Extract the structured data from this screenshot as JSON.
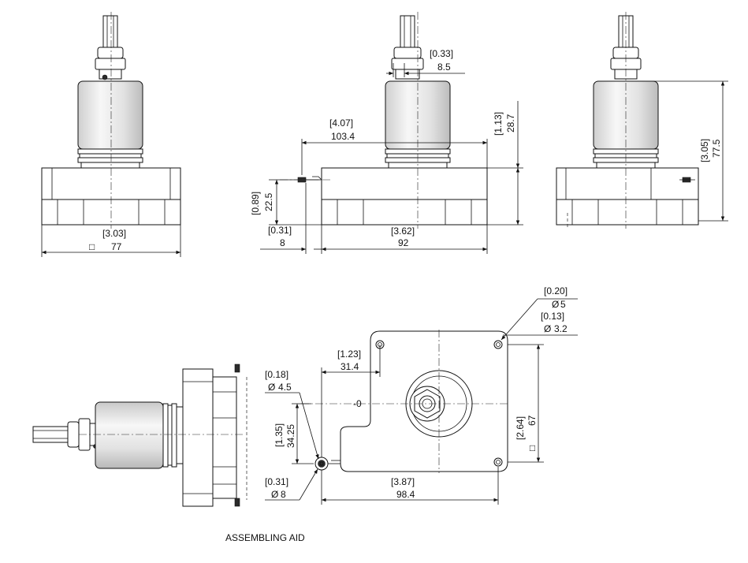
{
  "caption": "ASSEMBLING AID",
  "dimensions": {
    "front_width": {
      "inch": "[3.03]",
      "mm": "77",
      "symbol": "□"
    },
    "side_total_width": {
      "inch": "[4.07]",
      "mm": "103.4"
    },
    "side_body_height": {
      "inch": "[1.13]",
      "mm": "28.7"
    },
    "side_gland": {
      "inch": "[0.33]",
      "mm": "8.5"
    },
    "side_flange_height": {
      "inch": "[0.89]",
      "mm": "22.5"
    },
    "side_pin_offset": {
      "inch": "[0.31]",
      "mm": "8"
    },
    "side_base_width": {
      "inch": "[3.62]",
      "mm": "92"
    },
    "right_total_height": {
      "inch": "[3.05]",
      "mm": "77.5"
    },
    "top_hole_large": {
      "inch": "[0.20]",
      "mm": "5",
      "symbol": "Ø"
    },
    "top_hole_small": {
      "inch": "[0.13]",
      "mm": "3.2",
      "symbol": "Ø"
    },
    "top_offset": {
      "inch": "[1.23]",
      "mm": "31.4"
    },
    "top_pin": {
      "inch": "[0.18]",
      "mm": "4.5",
      "symbol": "Ø"
    },
    "top_pin_height": {
      "inch": "[1.35]",
      "mm": "34.25"
    },
    "top_pin_big": {
      "inch": "[0.31]",
      "mm": "8",
      "symbol": "Ø"
    },
    "top_height": {
      "inch": "[2.64]",
      "mm": "67",
      "symbol": "□"
    },
    "top_width": {
      "inch": "[3.87]",
      "mm": "98.4"
    },
    "center_mark": "-0"
  }
}
